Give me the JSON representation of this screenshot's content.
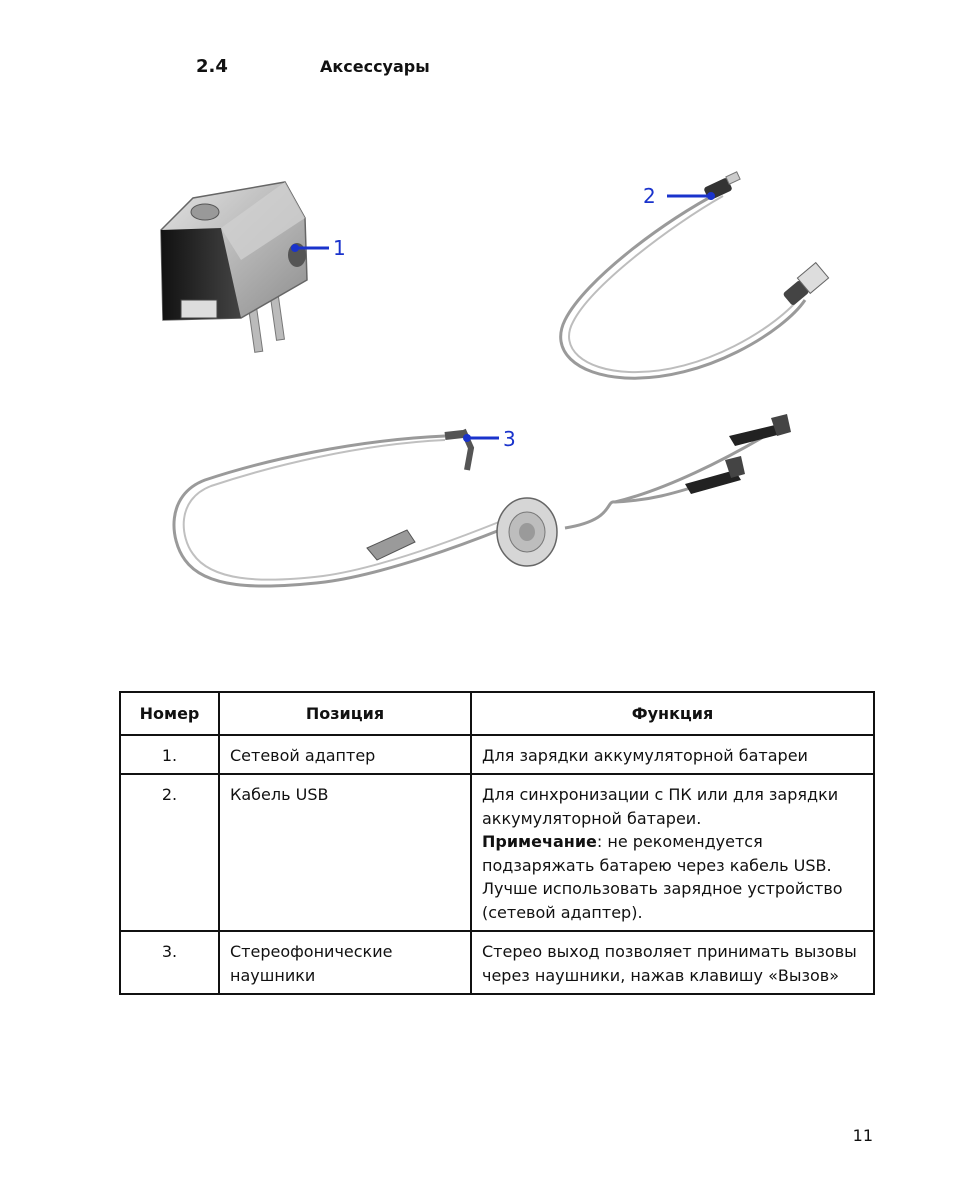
{
  "heading": {
    "number": "2.4",
    "title": "Аксессуары"
  },
  "figure": {
    "callouts": [
      "1",
      "2",
      "3"
    ],
    "colors": {
      "callout": "#1a33cc",
      "cable": "#9a9a9a",
      "adapter": "#aaaaaa",
      "dark": "#222222"
    }
  },
  "table": {
    "headers": [
      "Номер",
      "Позиция",
      "Функция"
    ],
    "rows": [
      {
        "num": "1.",
        "item": "Сетевой адаптер",
        "func": "Для зарядки аккумуляторной батареи"
      },
      {
        "num": "2.",
        "item": "Кабель USB",
        "func": "Для синхронизации с ПК или для зарядки аккумуляторной батареи.",
        "note_label": "Примечание",
        "note_text": ": не рекомендуется подзаряжать батарею через кабель USB. Лучше использовать зарядное устройство (сетевой адаптер)."
      },
      {
        "num": "3.",
        "item": "Стереофонические наушники",
        "func": "Стерео выход позволяет принимать вызовы через наушники, нажав клавишу «Вызов»"
      }
    ]
  },
  "page_number": "11"
}
